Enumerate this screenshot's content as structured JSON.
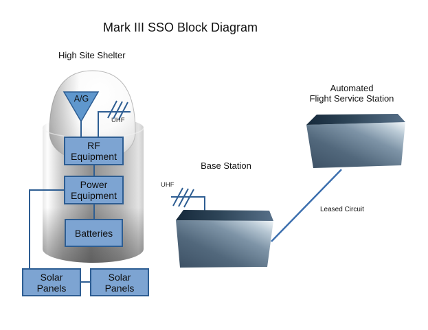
{
  "title": "Mark III SSO Block Diagram",
  "high_site": {
    "label": "High Site Shelter",
    "ag_antenna_label": "A/G",
    "uhf_label": "UHF",
    "rf_box": "RF\nEquipment",
    "power_box": "Power\nEquipment",
    "batteries_box": "Batteries",
    "solar_left_box": "Solar\nPanels",
    "solar_right_box": "Solar\nPanels"
  },
  "base_station": {
    "label": "Base Station",
    "uhf_label": "UHF"
  },
  "afss": {
    "label": "Automated\nFlight Service Station"
  },
  "leased_circuit": {
    "label": "Leased Circuit"
  },
  "colors": {
    "equipment_box_fill": "#7da4d2",
    "equipment_box_border": "#2d5d92",
    "connector_line": "#2d5d92",
    "antenna_triangle_fill": "#5f97cd",
    "leased_circuit_line": "#3c6fae",
    "station_box_dark": "#3c5064",
    "station_box_light": "#f3f7f9",
    "shelter_gray": "#909090"
  }
}
